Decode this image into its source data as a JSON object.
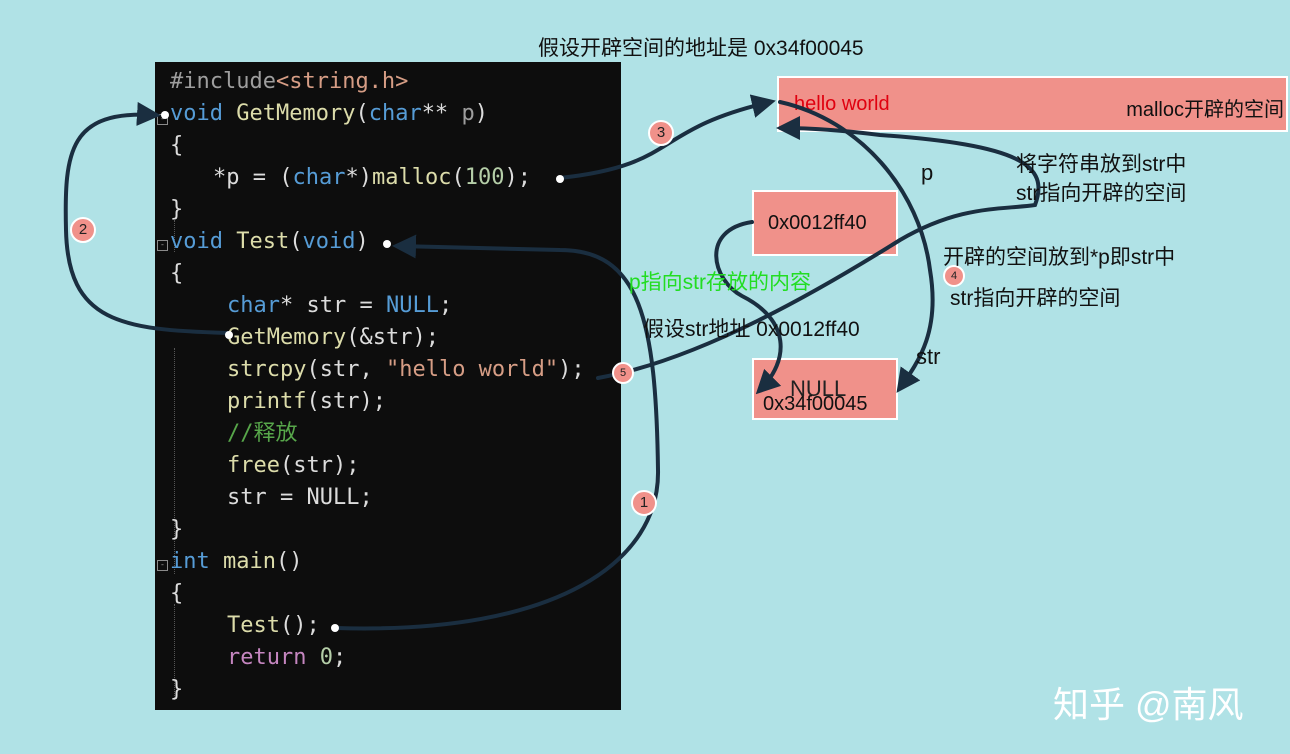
{
  "title": "假设开辟空间的地址是 0x34f00045",
  "code": {
    "include_prefix": "#include",
    "include_header": "<string.h>",
    "getmemory_void": "void",
    "getmemory_name": "GetMemory",
    "getmemory_open": "(",
    "getmemory_type": "char",
    "getmemory_stars": "** ",
    "getmemory_param": "p",
    "getmemory_close": ")",
    "brace_open": "{",
    "brace_close": "}",
    "malloc_lhs": "*p = (",
    "malloc_type": "char",
    "malloc_cast_close": "*)",
    "malloc_fn": "malloc",
    "malloc_open": "(",
    "malloc_num": "100",
    "malloc_close": ");",
    "test_void": "void",
    "test_name": "Test",
    "test_open": "(",
    "test_param": "void",
    "test_close": ")",
    "str_type": "char",
    "str_decl": "* str = ",
    "str_null": "NULL",
    "str_semi": ";",
    "call_getmemory": "GetMemory",
    "call_getmemory_args": "(&str);",
    "call_strcpy": "strcpy",
    "call_strcpy_args1": "(str, ",
    "call_strcpy_string": "\"hello world\"",
    "call_strcpy_args2": ");",
    "call_printf": "printf",
    "call_printf_args": "(str);",
    "comment_free": "//释放",
    "call_free": "free",
    "call_free_args": "(str);",
    "assign_null": "str = NULL;",
    "main_type": "int",
    "main_name": "main",
    "main_parens": "()",
    "call_test": "Test",
    "call_test_args": "();",
    "return_kw": "return",
    "return_val": "0",
    "return_semi": ";"
  },
  "heap_box": {
    "content": "hello world",
    "label": "malloc开辟的空间"
  },
  "address_box": {
    "value": "0x0012ff40"
  },
  "str_box": {
    "old_value": "NULL",
    "new_value": "0x34f00045"
  },
  "labels": {
    "p": "p",
    "str": "str",
    "put_string_1": "将字符串放到str中",
    "put_string_2": "str指向开辟的空间",
    "space_to_p": "开辟的空间放到*p即str中",
    "str_points": "str指向开辟的空间",
    "p_points_str": "p指向str存放的内容",
    "assume_str_addr": "假设str地址 0x0012ff40"
  },
  "steps": [
    "1",
    "2",
    "3",
    "4",
    "5"
  ],
  "colors": {
    "background": "#b0e2e6",
    "code_background": "#0d0d0d",
    "box_fill": "#f0918a",
    "arrow": "#1a2e40",
    "green_label": "#22dd22",
    "heap_text_red": "#e0000f"
  },
  "watermark": "知乎 @南风"
}
